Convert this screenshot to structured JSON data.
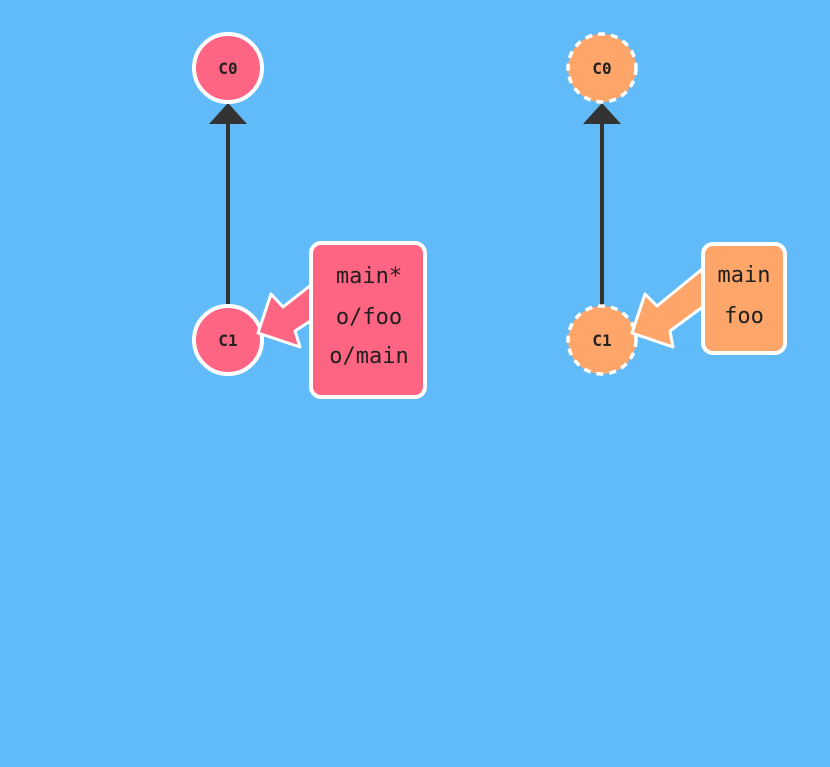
{
  "colors": {
    "background": "#62bbf9",
    "local": "#fe6583",
    "remote": "#fea56a",
    "edge": "#333333",
    "outline": "#ffffff"
  },
  "local_repo": {
    "commits": [
      {
        "id": "C0",
        "style": "solid"
      },
      {
        "id": "C1",
        "style": "solid"
      }
    ],
    "parent_edge": {
      "from": "C1",
      "to": "C0"
    },
    "branch_tag": {
      "points_to": "C1",
      "names": [
        "main*",
        "o/foo",
        "o/main"
      ]
    }
  },
  "remote_repo": {
    "commits": [
      {
        "id": "C0",
        "style": "dashed"
      },
      {
        "id": "C1",
        "style": "dashed"
      }
    ],
    "parent_edge": {
      "from": "C1",
      "to": "C0"
    },
    "branch_tag": {
      "points_to": "C1",
      "names": [
        "main",
        "foo"
      ]
    }
  }
}
